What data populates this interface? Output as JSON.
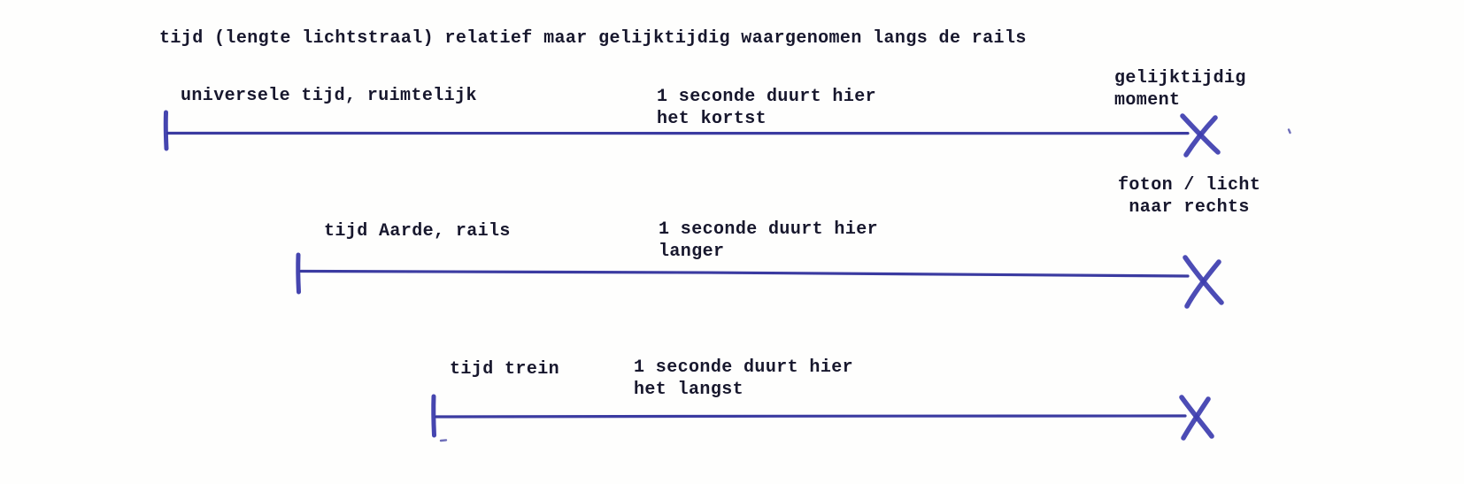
{
  "title": "tijd (lengte lichtstraal) relatief maar gelijktijdig waargenomen langs de rails",
  "colors": {
    "ink_blue": "#3b3bab",
    "line_blue": "#30309c",
    "text_ink": "#17172d",
    "background": "#fefefd"
  },
  "timelines": [
    {
      "id": "universal-time",
      "label": "universele tijd, ruimtelijk",
      "note": "1 seconde duurt hier\nhet kortst",
      "annotation": "gelijktijdig\nmoment"
    },
    {
      "id": "earth-rails-time",
      "label": "tijd Aarde, rails",
      "note": "1 seconde duurt hier\nlanger",
      "annotation": "foton / licht\nnaar rechts"
    },
    {
      "id": "train-time",
      "label": "tijd trein",
      "note": "1 seconde duurt hier\nhet langst",
      "annotation": ""
    }
  ]
}
